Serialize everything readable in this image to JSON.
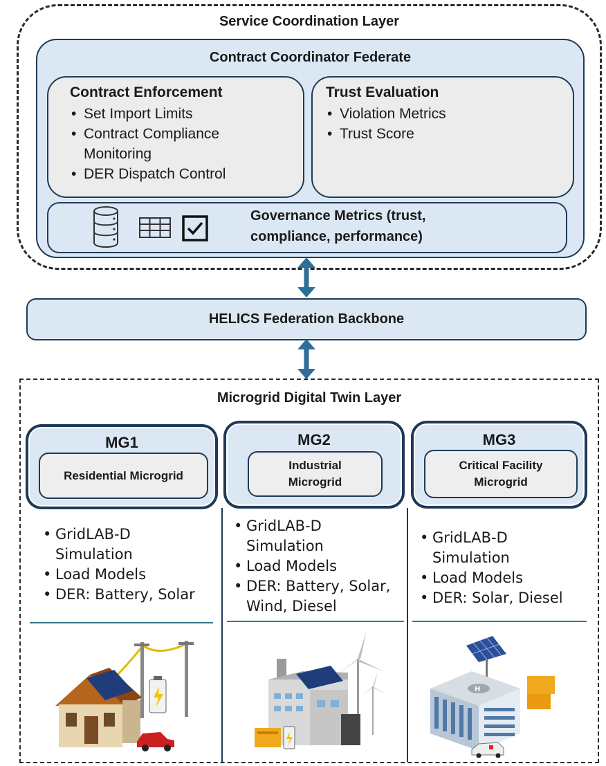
{
  "service_layer": {
    "title": "Service Coordination Layer",
    "federate": {
      "title": "Contract Coordinator Federate",
      "enforcement": {
        "title": "Contract Enforcement",
        "items": [
          "Set Import Limits",
          "Contract Compliance Monitoring",
          "DER Dispatch Control"
        ]
      },
      "trust": {
        "title": "Trust Evaluation",
        "items": [
          "Violation Metrics",
          "Trust Score"
        ]
      },
      "governance": {
        "line1": "Governance Metrics (trust,",
        "line2": "compliance, performance)",
        "icons": [
          "database-icon",
          "table-icon",
          "checkbox-icon"
        ]
      }
    }
  },
  "backbone": {
    "label": "HELICS Federation Backbone"
  },
  "twin_layer": {
    "title": "Microgrid Digital Twin Layer",
    "microgrids": [
      {
        "title": "MG1",
        "subtitle": "Residential Microgrid",
        "items": [
          "GridLAB-D Simulation",
          "Load Models",
          "DER: Battery, Solar"
        ],
        "illustration": "house-solar-battery-ev-icon"
      },
      {
        "title": "MG2",
        "subtitle": "Industrial Microgrid",
        "items": [
          "GridLAB-D Simulation",
          "Load Models",
          "DER: Battery, Solar, Wind, Diesel"
        ],
        "illustration": "factory-wind-solar-diesel-icon"
      },
      {
        "title": "MG3",
        "subtitle": "Critical Facility Microgrid",
        "items": [
          "GridLAB-D Simulation",
          "Load Models",
          "DER: Solar, Diesel"
        ],
        "illustration": "hospital-solar-diesel-ambulance-icon"
      }
    ]
  },
  "colors": {
    "panel_fill": "#dbe8f4",
    "panel_border": "#1f3a57",
    "subpanel_fill": "#ececec",
    "arrow": "#2e6f97",
    "divider": "#2e7d86"
  }
}
